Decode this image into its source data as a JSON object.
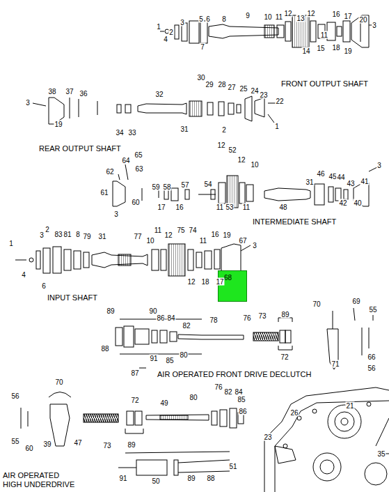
{
  "diagram": {
    "nodes": [
      {
        "text": [
          "68"
        ]
      }
    ],
    "labels": [
      "1",
      "3",
      "5",
      "6",
      "8",
      "9",
      "10",
      "11",
      "12",
      "13",
      "12",
      "16",
      "17",
      "20",
      "3",
      "2",
      "4",
      "7",
      "11",
      "14",
      "15",
      "18",
      "19",
      "FRONT OUTPUT SHAFT",
      "38",
      "37",
      "36",
      "32",
      "30",
      "29",
      "28",
      "27",
      "25",
      "24",
      "23",
      "22",
      "3",
      "19",
      "34",
      "33",
      "31",
      "2",
      "1",
      "REAR OUTPUT SHAFT",
      "64",
      "65",
      "12",
      "52",
      "12",
      "10",
      "63",
      "62",
      "46",
      "31",
      "45",
      "44",
      "43",
      "41",
      "3",
      "59",
      "58",
      "57",
      "54",
      "61",
      "60",
      "17",
      "16",
      "11",
      "53",
      "11",
      "48",
      "42",
      "40",
      "3",
      "INTERMEDIATE SHAFT",
      "3",
      "2",
      "83",
      "81",
      "8",
      "79",
      "31",
      "77",
      "11",
      "12",
      "10",
      "75",
      "74",
      "16",
      "19",
      "67",
      "3",
      "1",
      "11",
      "4",
      "12",
      "18",
      "17",
      "6",
      "INPUT SHAFT",
      "70",
      "69",
      "55",
      "89",
      "90",
      "86",
      "84",
      "82",
      "78",
      "76",
      "73",
      "89",
      "88",
      "80",
      "72",
      "91",
      "85",
      "71",
      "66",
      "56",
      "87",
      "AIR OPERATED FRONT DRIVE DECLUTCH",
      "70",
      "76",
      "82",
      "84",
      "56",
      "85",
      "72",
      "49",
      "80",
      "86",
      "21",
      "26",
      "23",
      "55",
      "39",
      "47",
      "73",
      "89",
      "60",
      "35",
      "51",
      "91",
      "50",
      "89",
      "88",
      "AIR OPERATED HIGH UNDERDRIVE"
    ]
  }
}
